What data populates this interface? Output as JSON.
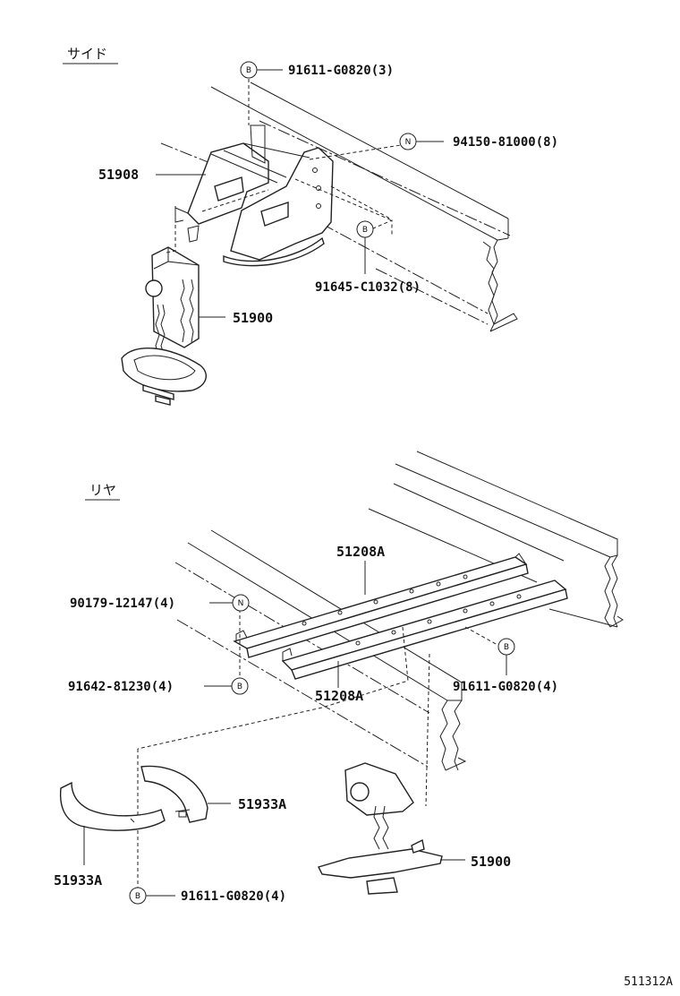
{
  "sections": {
    "side": "サイド",
    "rear": "リヤ"
  },
  "top": {
    "b1": {
      "code": "B",
      "part": "91611-G0820(3)"
    },
    "n1": {
      "code": "N",
      "part": "94150-81000(8)"
    },
    "b2": {
      "code": "B",
      "part": "91645-C1032(8)"
    },
    "p51908": "51908",
    "p51900": "51900"
  },
  "bottom": {
    "p51208a_top": "51208A",
    "p51208a_bot": "51208A",
    "n1": {
      "code": "N",
      "part": "90179-12147(4)"
    },
    "b1": {
      "code": "B",
      "part": "91642-81230(4)"
    },
    "b2": {
      "code": "B",
      "part": "91611-G0820(4)"
    },
    "p51933a_right": "51933A",
    "p51933a_left": "51933A",
    "p51900": "51900",
    "b3": {
      "code": "B",
      "part": "91611-G0820(4)"
    }
  },
  "footer": {
    "drawing_id": "511312A"
  }
}
